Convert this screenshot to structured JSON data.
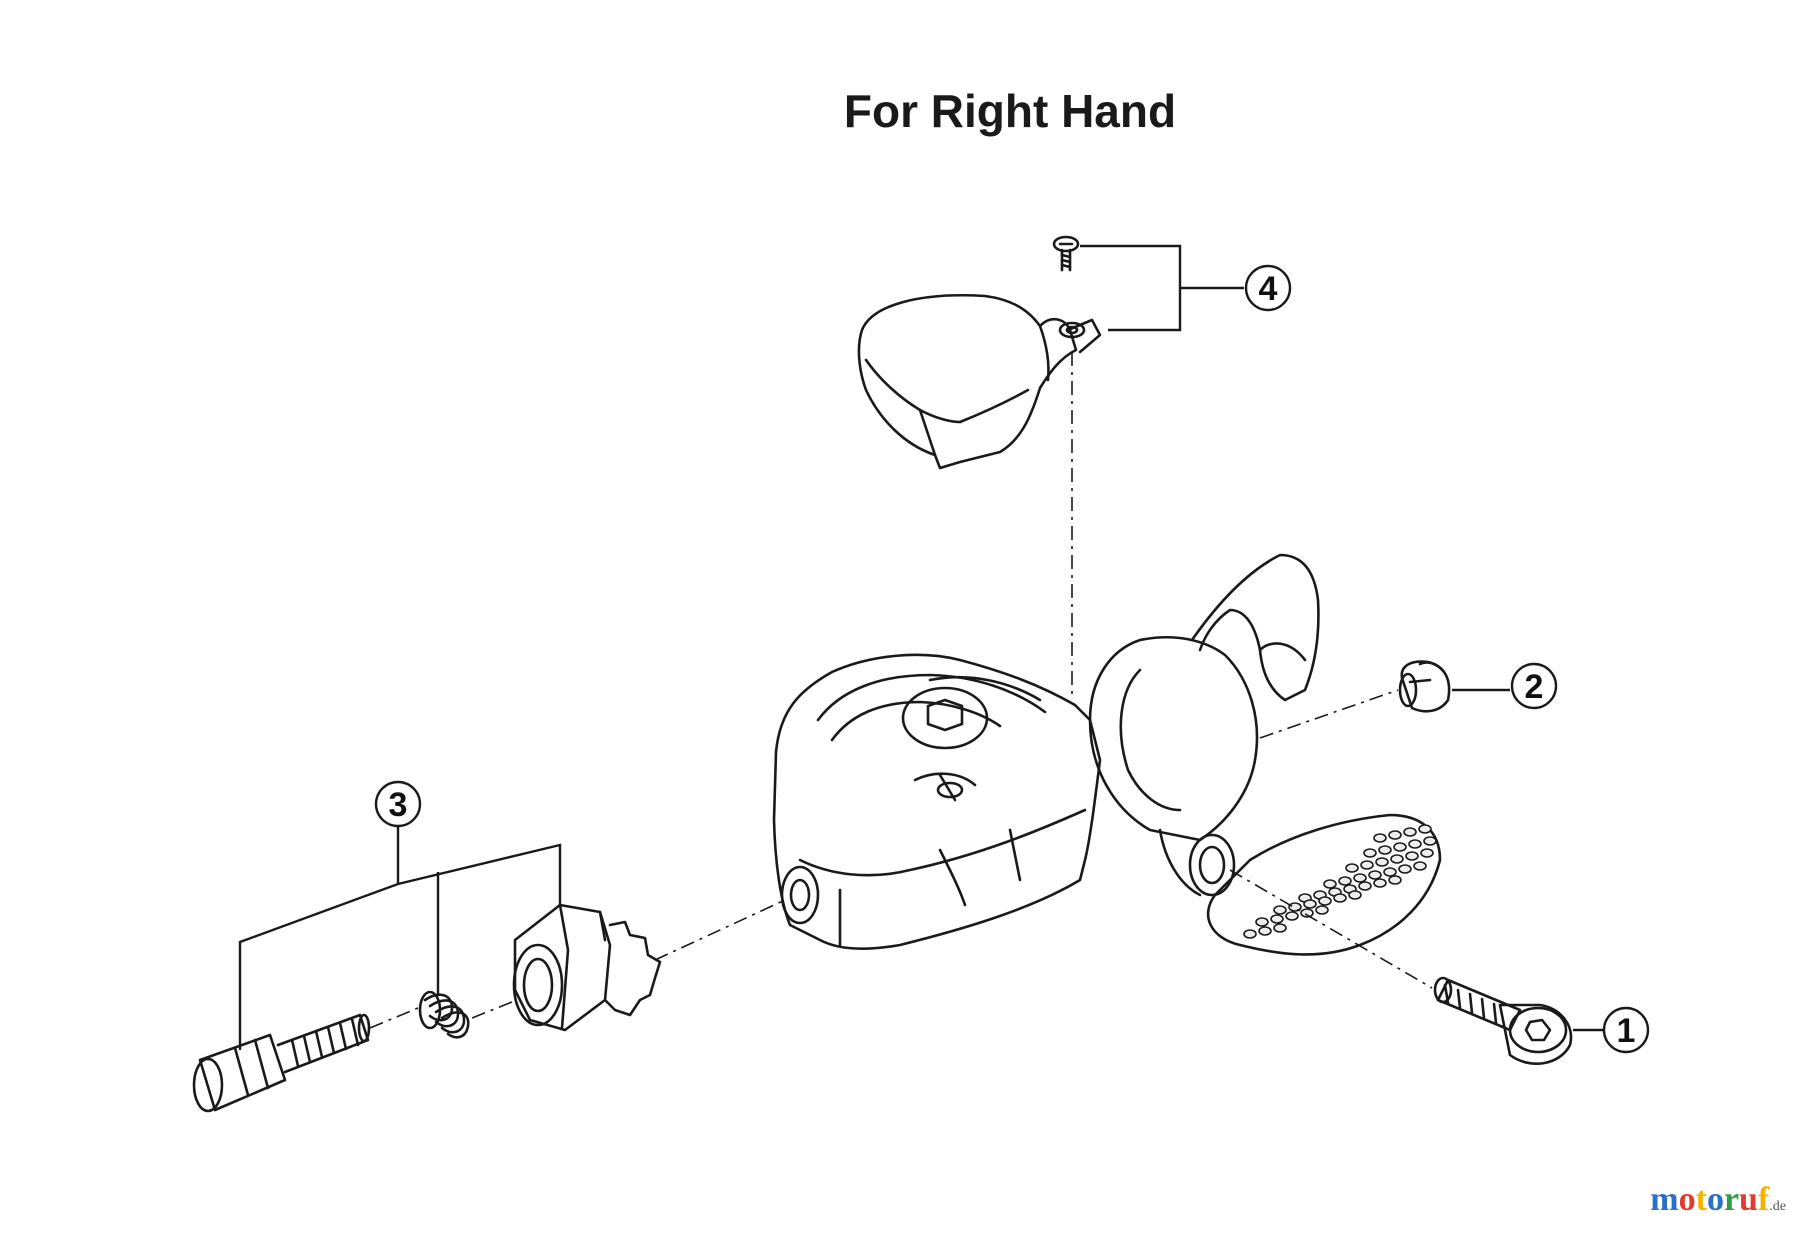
{
  "title": "For Right Hand",
  "callouts": [
    "1",
    "2",
    "3",
    "4"
  ],
  "watermark": {
    "letters": [
      "m",
      "o",
      "t",
      "o",
      "r",
      "u",
      "f"
    ],
    "letter_colors": [
      "#2a6fc9",
      "#e23b2e",
      "#f2b400",
      "#2a6fc9",
      "#2e9e44",
      "#e23b2e",
      "#f2b400"
    ],
    "tld": ".de"
  },
  "colors": {
    "line": "#1a1a1a",
    "grip": "#ededed"
  }
}
